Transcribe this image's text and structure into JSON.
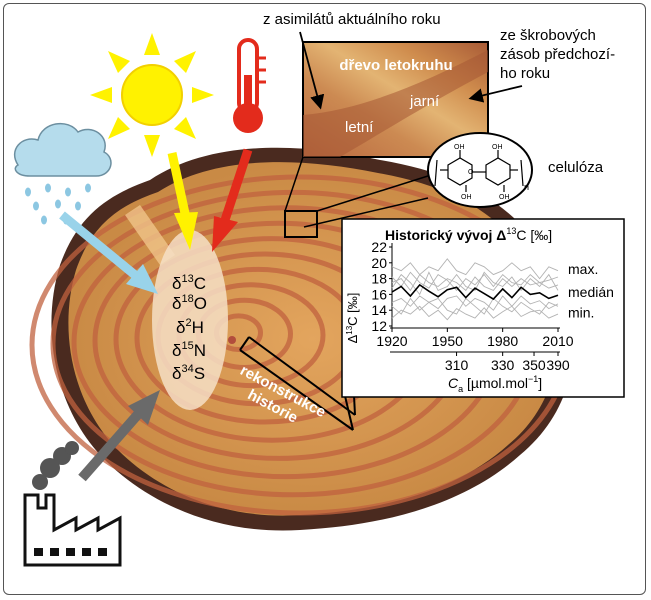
{
  "callouts": {
    "current_assimilates": "z asimilátů aktuálního roku",
    "starch_reserves": [
      "ze škrobových",
      "zásob předchozí-",
      "ho roku"
    ]
  },
  "ring_inset": {
    "title": "dřevo letokruhu",
    "early_wood": "jarní",
    "late_wood": "letní"
  },
  "cellulose_label": "celulóza",
  "cellulose_subscript": "n",
  "isotopes": [
    {
      "symbol": "δ",
      "mass": "13",
      "element": "C"
    },
    {
      "symbol": "δ",
      "mass": "18",
      "element": "O"
    },
    {
      "symbol": "δ",
      "mass": "2",
      "element": "H"
    },
    {
      "symbol": "δ",
      "mass": "15",
      "element": "N"
    },
    {
      "symbol": "δ",
      "mass": "34",
      "element": "S"
    }
  ],
  "reconstruction_label": [
    "rekonstrukce",
    "historie"
  ],
  "chart_data": {
    "type": "line",
    "title": "Historický vývoj Δ",
    "title_sup": "13",
    "title_unit": "C [‰]",
    "ylabel_parts": [
      "Δ",
      "13",
      "C [‰]"
    ],
    "ylim": [
      12,
      22
    ],
    "yticks": [
      "22",
      "20",
      "18",
      "16",
      "14",
      "12"
    ],
    "xlim": [
      1920,
      2010
    ],
    "xticks": [
      "1920",
      "1950",
      "1980",
      "2010"
    ],
    "x2ticks": [
      {
        "year": 1955,
        "label": "310"
      },
      {
        "year": 1980,
        "label": "330"
      },
      {
        "year": 1997,
        "label": "350"
      },
      {
        "year": 2010,
        "label": "390"
      }
    ],
    "x2label_main": "C",
    "x2label_sub": "a",
    "x2label_unit": " [µmol.mol",
    "x2label_sup": "−1",
    "x2label_end": "]",
    "legend": [
      "max.",
      "medián",
      "min."
    ],
    "colors": {
      "median": "#000000",
      "individual": "#b3b3b3"
    },
    "x": [
      1920,
      1925,
      1930,
      1935,
      1940,
      1945,
      1950,
      1955,
      1960,
      1965,
      1970,
      1975,
      1980,
      1985,
      1990,
      1995,
      2000,
      2005,
      2010
    ],
    "series": [
      {
        "name": "max.",
        "values": [
          19.5,
          19.0,
          20.0,
          18.5,
          19.5,
          19.0,
          20.5,
          19.0,
          18.5,
          20.0,
          19.5,
          18.5,
          19.0,
          20.0,
          19.0,
          19.5,
          18.0,
          19.5,
          19.0
        ]
      },
      {
        "name": "medián",
        "values": [
          16.3,
          17.0,
          15.8,
          17.2,
          16.4,
          15.7,
          16.6,
          16.9,
          15.6,
          16.8,
          16.1,
          15.4,
          16.7,
          15.6,
          16.9,
          16.0,
          16.2,
          15.5,
          15.9
        ]
      },
      {
        "name": "min.",
        "values": [
          13.0,
          14.0,
          13.5,
          14.5,
          13.2,
          14.0,
          12.8,
          14.2,
          13.5,
          13.0,
          14.3,
          13.0,
          13.8,
          14.5,
          13.2,
          13.8,
          14.0,
          13.0,
          13.5
        ]
      },
      {
        "values": [
          17.5,
          18.0,
          16.5,
          18.5,
          17.5,
          17.0,
          18.0,
          17.5,
          16.5,
          18.2,
          17.0,
          16.5,
          18.0,
          17.0,
          18.0,
          17.2,
          17.5,
          16.8,
          17.2
        ]
      },
      {
        "values": [
          15.0,
          15.5,
          14.5,
          15.8,
          15.0,
          14.2,
          15.5,
          15.8,
          14.5,
          15.5,
          15.0,
          14.0,
          15.8,
          14.5,
          15.8,
          14.8,
          15.2,
          14.2,
          14.8
        ]
      },
      {
        "values": [
          16.8,
          18.5,
          17.5,
          16.0,
          18.8,
          16.5,
          17.0,
          18.5,
          17.0,
          16.5,
          18.8,
          17.5,
          17.0,
          18.2,
          16.5,
          18.0,
          17.0,
          18.5,
          16.5
        ]
      },
      {
        "values": [
          14.5,
          13.5,
          15.5,
          14.0,
          15.0,
          15.5,
          14.0,
          13.5,
          15.5,
          14.5,
          13.5,
          15.5,
          14.5,
          13.8,
          15.0,
          14.2,
          13.5,
          15.0,
          14.5
        ]
      },
      {
        "values": [
          18.2,
          17.0,
          18.8,
          17.5,
          16.8,
          18.5,
          17.8,
          16.5,
          18.0,
          17.2,
          18.5,
          17.0,
          18.5,
          17.5,
          17.2,
          18.5,
          17.5,
          17.8,
          18.2
        ]
      }
    ]
  }
}
